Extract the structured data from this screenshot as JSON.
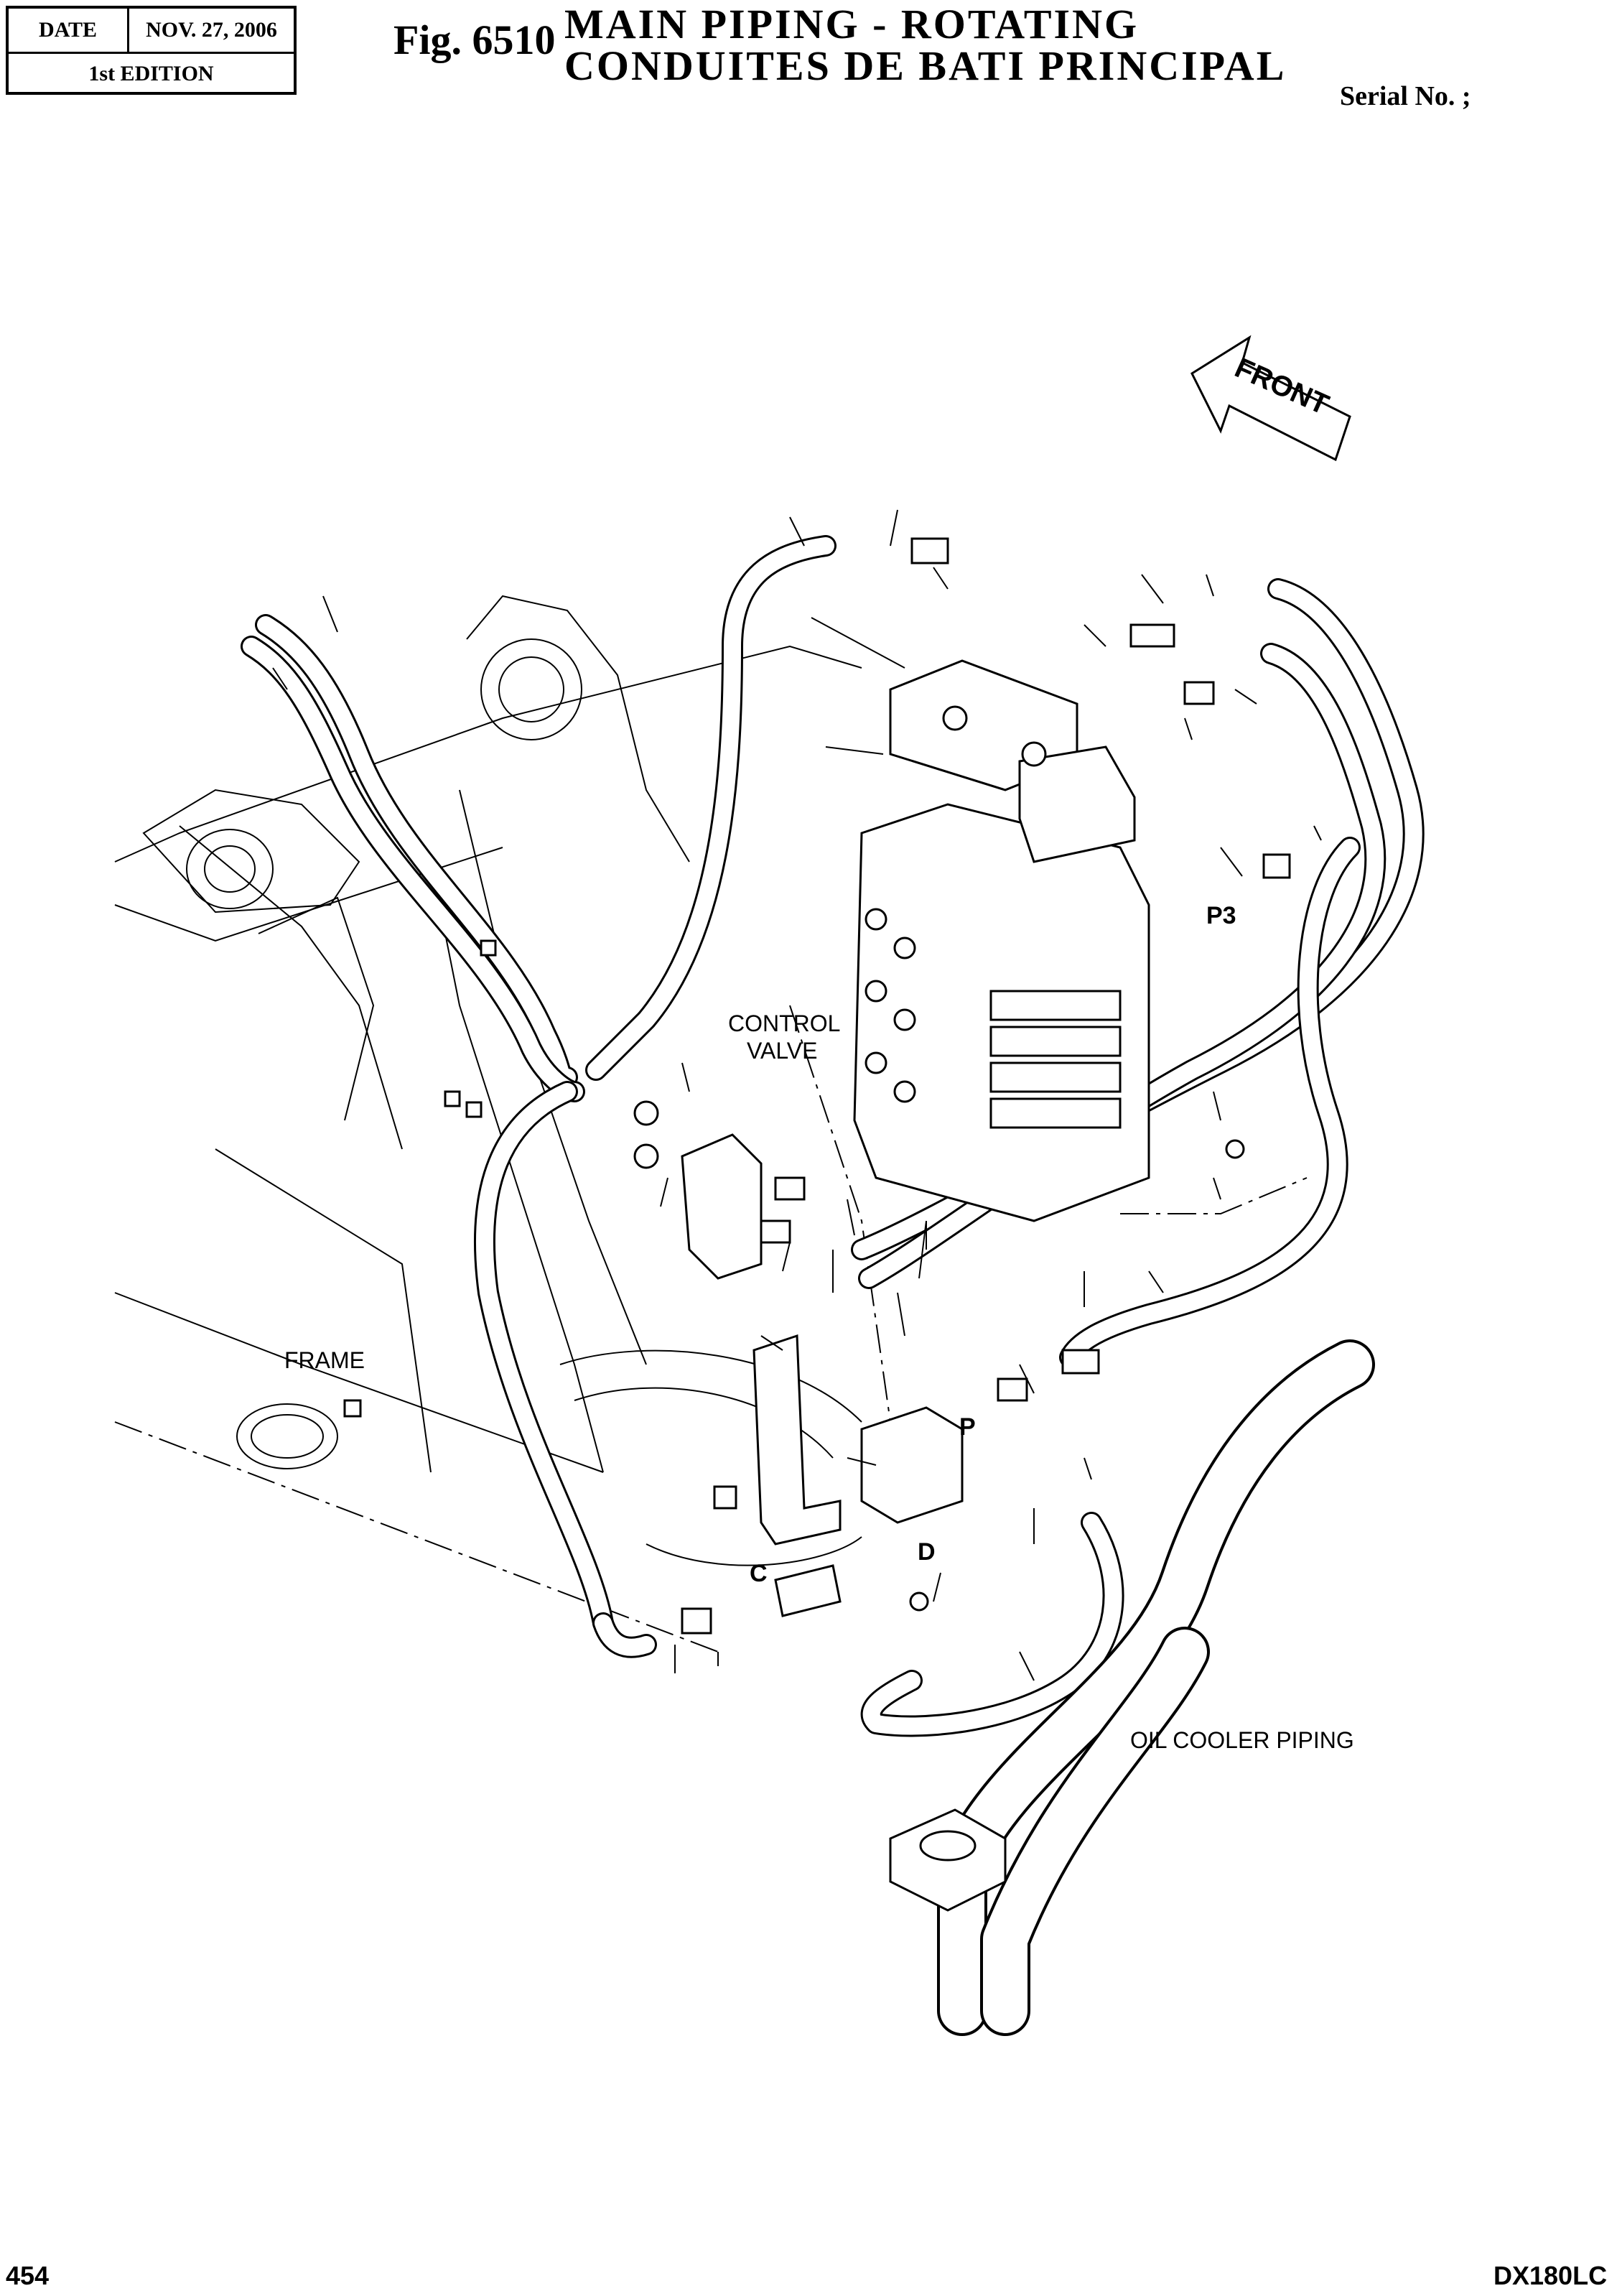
{
  "header": {
    "date_label": "DATE",
    "date_value": "NOV. 27, 2006",
    "edition": "1st EDITION",
    "fig_number": "Fig. 6510",
    "title_en": "MAIN PIPING - ROTATING",
    "title_fr": "CONDUITES DE BATI PRINCIPAL",
    "serial": "Serial No. ;"
  },
  "labels": {
    "front": "FRONT",
    "control_valve_1": "CONTROL",
    "control_valve_2": "VALVE",
    "frame": "FRAME",
    "oil_cooler": "OIL COOLER PIPING",
    "port_p3": "P3",
    "port_p": "P",
    "port_c": "C",
    "port_d": "D"
  },
  "footer": {
    "page": "454",
    "model": "DX180LC"
  }
}
